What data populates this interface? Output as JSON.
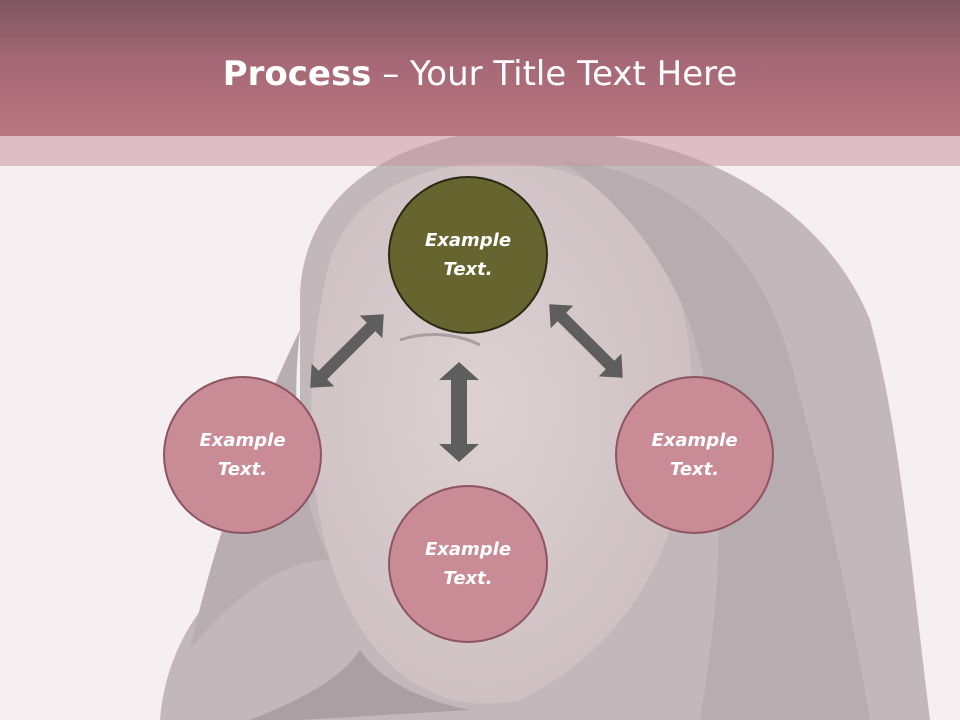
{
  "slide": {
    "title_bold": "Process",
    "title_rest": " – Your Title Text Here"
  },
  "diagram": {
    "nodes": [
      {
        "line1": "Example",
        "line2": "Text."
      },
      {
        "line1": "Example",
        "line2": "Text."
      },
      {
        "line1": "Example",
        "line2": "Text."
      },
      {
        "line1": "Example",
        "line2": "Text."
      }
    ]
  },
  "colors": {
    "header": "#b87680",
    "node_fill": "#c98b96",
    "node_border": "#8c5561",
    "center_fill": "#66652f",
    "arrow": "#5e5e5e"
  }
}
